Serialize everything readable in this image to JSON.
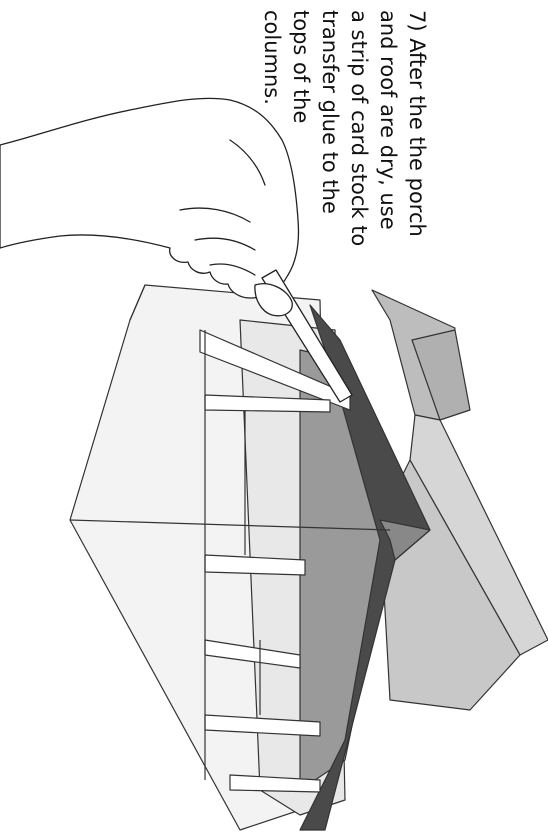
{
  "caption": {
    "lines": [
      "7) After the the porch",
      "and roof are dry, use",
      "a strip of card stock to",
      "transfer glue to the",
      "tops of the",
      "columns."
    ]
  },
  "colors": {
    "outline": "#333333",
    "paper": "#f3f3f3",
    "porch_floor": "#e8e8e8",
    "shadow": "#9a9a9a",
    "dark_roof": "#4a4a4a",
    "mid_gray": "#bdbdbd"
  }
}
